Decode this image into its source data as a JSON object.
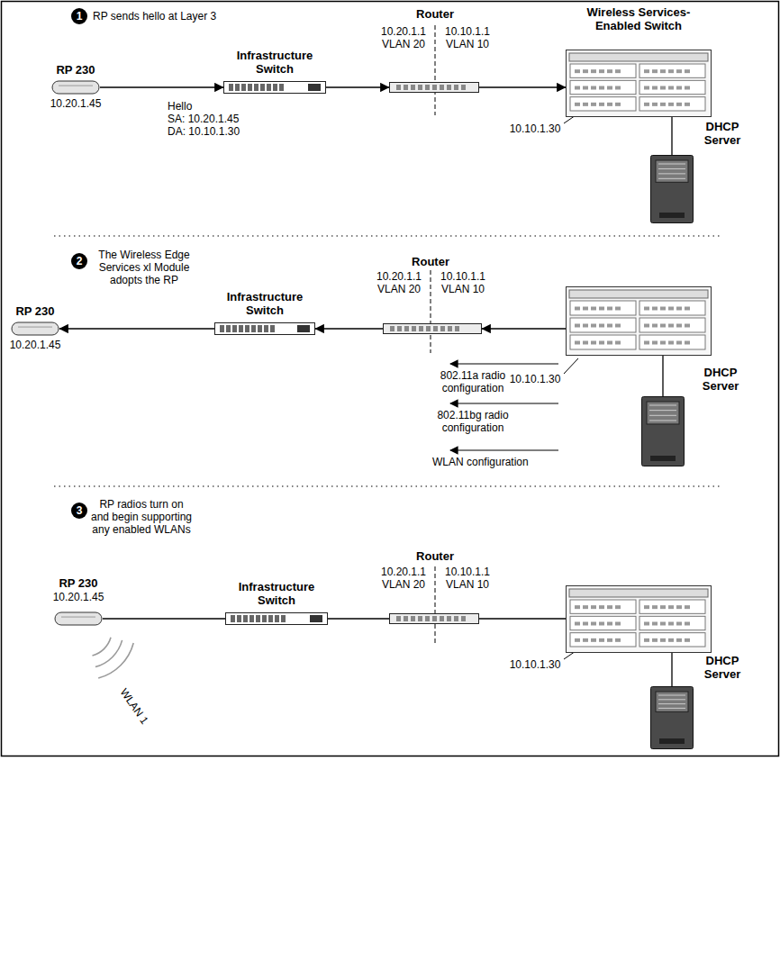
{
  "diagram": {
    "nodes": [
      {
        "text": [
          "RP 230",
          "10.20.1.45"
        ]
      },
      {
        "text": [
          "Infrastructure Switch"
        ]
      },
      {
        "text": [
          "Router",
          "10.20.1.1 VLAN 20",
          "10.10.1.1 VLAN 10"
        ]
      },
      {
        "text": [
          "Wireless Services-Enabled Switch",
          "10.10.1.30"
        ]
      },
      {
        "text": [
          "DHCP Server"
        ]
      },
      {
        "text": [
          "RP 230",
          "10.20.1.45"
        ]
      },
      {
        "text": [
          "Infrastructure Switch"
        ]
      },
      {
        "text": [
          "Router",
          "10.20.1.1 VLAN 20",
          "10.10.1.1 VLAN 10"
        ]
      },
      {
        "text": [
          "10.10.1.30"
        ]
      },
      {
        "text": [
          "DHCP Server"
        ]
      },
      {
        "text": [
          "RP 230",
          "10.20.1.45"
        ]
      },
      {
        "text": [
          "Infrastructure Switch"
        ]
      },
      {
        "text": [
          "Router",
          "10.20.1.1 VLAN 20",
          "10.10.1.1 VLAN 10"
        ]
      },
      {
        "text": [
          "10.10.1.30"
        ]
      },
      {
        "text": [
          "DHCP Server"
        ]
      }
    ],
    "edges": [
      {
        "from": 0,
        "to": 1,
        "arrow": "to"
      },
      {
        "from": 1,
        "to": 2,
        "arrow": "to"
      },
      {
        "from": 2,
        "to": 3,
        "arrow": "to"
      },
      {
        "from": 3,
        "to": 4,
        "arrow": "none"
      },
      {
        "from": 8,
        "to": 7,
        "arrow": "to"
      },
      {
        "from": 7,
        "to": 6,
        "arrow": "to"
      },
      {
        "from": 6,
        "to": 5,
        "arrow": "to"
      },
      {
        "from": 8,
        "to": 9,
        "arrow": "none"
      },
      {
        "from": 10,
        "to": 11,
        "arrow": "none"
      },
      {
        "from": 11,
        "to": 12,
        "arrow": "none"
      },
      {
        "from": 12,
        "to": 13,
        "arrow": "none"
      },
      {
        "from": 13,
        "to": 14,
        "arrow": "none"
      }
    ],
    "labels": [
      "1",
      "RP sends hello at Layer 3",
      "Hello",
      "SA: 10.20.1.45",
      "DA: 10.10.1.30",
      "2",
      "The Wireless Edge Services xl Module adopts the RP",
      "802.11a radio configuration",
      "802.11bg radio configuration",
      "WLAN configuration",
      "3",
      "RP radios turn on and begin supporting any enabled WLANs",
      "WLAN 1"
    ]
  }
}
